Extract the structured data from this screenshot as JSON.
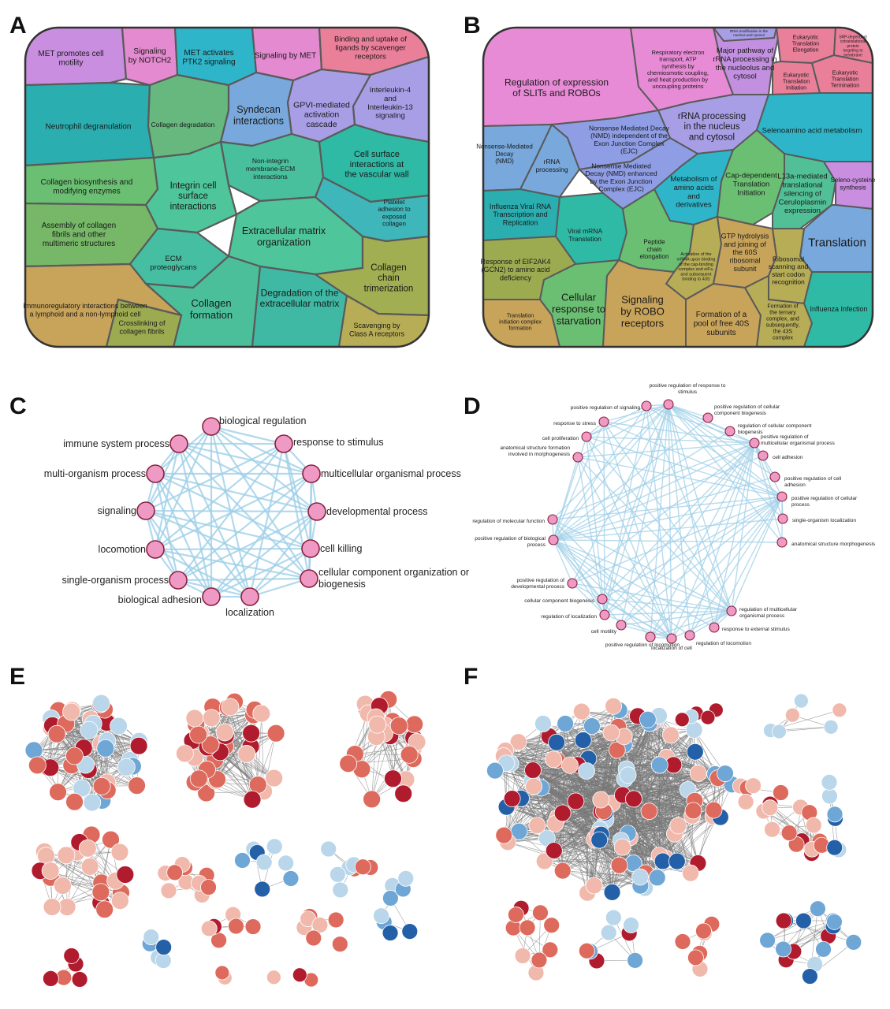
{
  "panels": {
    "A": {
      "letter": "A",
      "cells": [
        {
          "text": "MET promotes cell motility",
          "fill": "#c98ee0"
        },
        {
          "text": "Signaling by NOTCH2",
          "fill": "#e48ad0"
        },
        {
          "text": "MET activates PTK2 signaling",
          "fill": "#2fb5c9"
        },
        {
          "text": "Signaling by MET",
          "fill": "#e48ad0"
        },
        {
          "text": "Binding and uptake of ligands by scavenger receptors",
          "fill": "#ea7f9a"
        },
        {
          "text": "Neutrophil degranulation",
          "fill": "#2aaeb0"
        },
        {
          "text": "Collagen degradation",
          "fill": "#66b87e"
        },
        {
          "text": "Syndecan interactions",
          "fill": "#78a8dc"
        },
        {
          "text": "GPVI-mediated activation cascade",
          "fill": "#a79ee6"
        },
        {
          "text": "Interleukin-4 and Interleukin-13 signaling",
          "fill": "#a79ee6"
        },
        {
          "text": "Non-integrin membrane-ECM interactions",
          "fill": "#48c09e"
        },
        {
          "text": "Cell surface interactions at the vascular wall",
          "fill": "#2fbaa6"
        },
        {
          "text": "Collagen biosynthesis and modifying enzymes",
          "fill": "#6bbf72"
        },
        {
          "text": "Integrin cell surface interactions",
          "fill": "#4ec59a"
        },
        {
          "text": "Platelet adhesion to exposed collagen",
          "fill": "#3eb6ba"
        },
        {
          "text": "Assembly of collagen fibrils and other multimeric structures",
          "fill": "#76b768"
        },
        {
          "text": "Extracellular matrix organization",
          "fill": "#4ec59a"
        },
        {
          "text": "ECM proteoglycans",
          "fill": "#46bea2"
        },
        {
          "text": "Collagen formation",
          "fill": "#4bbf9a"
        },
        {
          "text": "Degradation of the extracellular matrix",
          "fill": "#3fb9a4"
        },
        {
          "text": "Collagen chain trimerization",
          "fill": "#a2ae52"
        },
        {
          "text": "Immunoregulatory interactions between a lymphoid and a non-lymphoid cell",
          "fill": "#c8a35a"
        },
        {
          "text": "Crosslinking of collagen fibrils",
          "fill": "#9dab50"
        },
        {
          "text": "Scavenging by Class A receptors",
          "fill": "#b7ad56"
        }
      ]
    },
    "B": {
      "letter": "B",
      "cells": [
        {
          "text": "Regulation of expression of SLITs and ROBOs",
          "fill": "#e88bd6"
        },
        {
          "text": "Respiratory electron transport, ATP synthesis by chemiosmotic coupling, and heat production by uncoupling proteins",
          "fill": "#e88bd6"
        },
        {
          "text": "Major pathway of rRNA processing in the nucleolus and cytosol",
          "fill": "#c38fe0"
        },
        {
          "text": "tRNA modification in the nucleus and cytosol",
          "fill": "#a79ee6"
        },
        {
          "text": "Eukaryotic Translation Elongation",
          "fill": "#ea7f9a"
        },
        {
          "text": "SRP-dependent cotranslational protein targeting to membrane",
          "fill": "#ea7f9a"
        },
        {
          "text": "Eukaryotic Translation Initiation",
          "fill": "#ea7f9a"
        },
        {
          "text": "Eukaryotic Translation Termination",
          "fill": "#ea7f9a"
        },
        {
          "text": "rRNA processing in the nucleus and cytosol",
          "fill": "#a79ee6"
        },
        {
          "text": "Nonsense-Mediated Decay (NMD)",
          "fill": "#78a8dc"
        },
        {
          "text": "rRNA processing",
          "fill": "#78a8dc"
        },
        {
          "text": "Nonsense Mediated Decay (NMD) independent of the Exon Junction Complex (EJC)",
          "fill": "#8f9ee4"
        },
        {
          "text": "Nonsense Mediated Decay (NMD) enhanced by the Exon Junction Complex (EJC)",
          "fill": "#8f9ee4"
        },
        {
          "text": "Selenoamino acid metabolism",
          "fill": "#2fb5c9"
        },
        {
          "text": "Metabolism of amino acids and derivatives",
          "fill": "#2fb5c9"
        },
        {
          "text": "Cap-dependent Translation Initiation",
          "fill": "#6bbf72"
        },
        {
          "text": "L13a-mediated translational silencing of Ceruloplasmin expression",
          "fill": "#52c096"
        },
        {
          "text": "Seleno-cysteine synthesis",
          "fill": "#c98ee0"
        },
        {
          "text": "Influenza Viral RNA Transcription and Replication",
          "fill": "#2aaeb0"
        },
        {
          "text": "Viral mRNA Translation",
          "fill": "#2fbaa6"
        },
        {
          "text": "Translation",
          "fill": "#78a8dc"
        },
        {
          "text": "Peptide chain elongation",
          "fill": "#6bbf72"
        },
        {
          "text": "Response of EIF2AK4 (GCN2) to amino acid deficiency",
          "fill": "#9dab50"
        },
        {
          "text": "Activation of the mRNA upon binding of the cap-binding complex and eIFs, and subsequent binding to 43S",
          "fill": "#b7ad56"
        },
        {
          "text": "GTP hydrolysis and joining of the 60S ribosomal subunit",
          "fill": "#c8a35a"
        },
        {
          "text": "Ribosomal scanning and start codon recognition",
          "fill": "#b7ad56"
        },
        {
          "text": "Cellular response to starvation",
          "fill": "#6bbf72"
        },
        {
          "text": "Signaling by ROBO receptors",
          "fill": "#c8a35a"
        },
        {
          "text": "Formation of a pool of free 40S subunits",
          "fill": "#c8a35a"
        },
        {
          "text": "Formation of the ternary complex, and subsequently, the 43S complex",
          "fill": "#b7ad56"
        },
        {
          "text": "Influenza Infection",
          "fill": "#2fbaa6"
        },
        {
          "text": "Translation initiation complex formation",
          "fill": "#c8a35a"
        }
      ]
    },
    "C": {
      "letter": "C",
      "nodes": [
        "biological regulation",
        "response to stimulus",
        "multicellular organismal process",
        "developmental process",
        "cell killing",
        "cellular component organization or biogenesis",
        "localization",
        "biological adhesion",
        "single-organism process",
        "locomotion",
        "signaling",
        "multi-organism process",
        "immune system process"
      ]
    },
    "D": {
      "letter": "D",
      "nodes": [
        "positive regulation of response to stimulus",
        "positive regulation of cellular component biogenesis",
        "regulation of cellular component biogenesis",
        "positive regulation of multicellular organismal process",
        "cell adhesion",
        "positive regulation of cell adhesion",
        "positive regulation of cellular process",
        "single-organism localization",
        "anatomical structure morphogenesis",
        "regulation of multicellular organismal process",
        "response to external stimulus",
        "regulation of locomotion",
        "localization of cell",
        "positive regulation of locomotion",
        "cell motility",
        "regulation of localization",
        "cellular component biogenesis",
        "positive regulation of developmental process",
        "positive regulation of biological process",
        "regulation of molecular function",
        "anatomical structure formation involved in morphogenesis",
        "cell proliferation",
        "response to stress",
        "positive regulation of signaling"
      ]
    },
    "E": {
      "letter": "E",
      "colors": {
        "up_strong": "#b01c2e",
        "up_mid": "#dd6a5c",
        "up_light": "#f1b8ac",
        "down_light": "#b9d6ea",
        "down_mid": "#6ea6d6",
        "down_strong": "#2360a8"
      }
    },
    "F": {
      "letter": "F",
      "colors": {
        "up_strong": "#b01c2e",
        "up_mid": "#dd6a5c",
        "up_light": "#f1b8ac",
        "down_light": "#b9d6ea",
        "down_mid": "#6ea6d6",
        "down_strong": "#2360a8"
      }
    }
  },
  "colors": {
    "cell_border": "#5a5a5a",
    "go_edge": "#9fd0e8",
    "go_node": "#ee9ac4",
    "go_node_border": "#8a1f3c",
    "ppi_edge": "#777777"
  }
}
